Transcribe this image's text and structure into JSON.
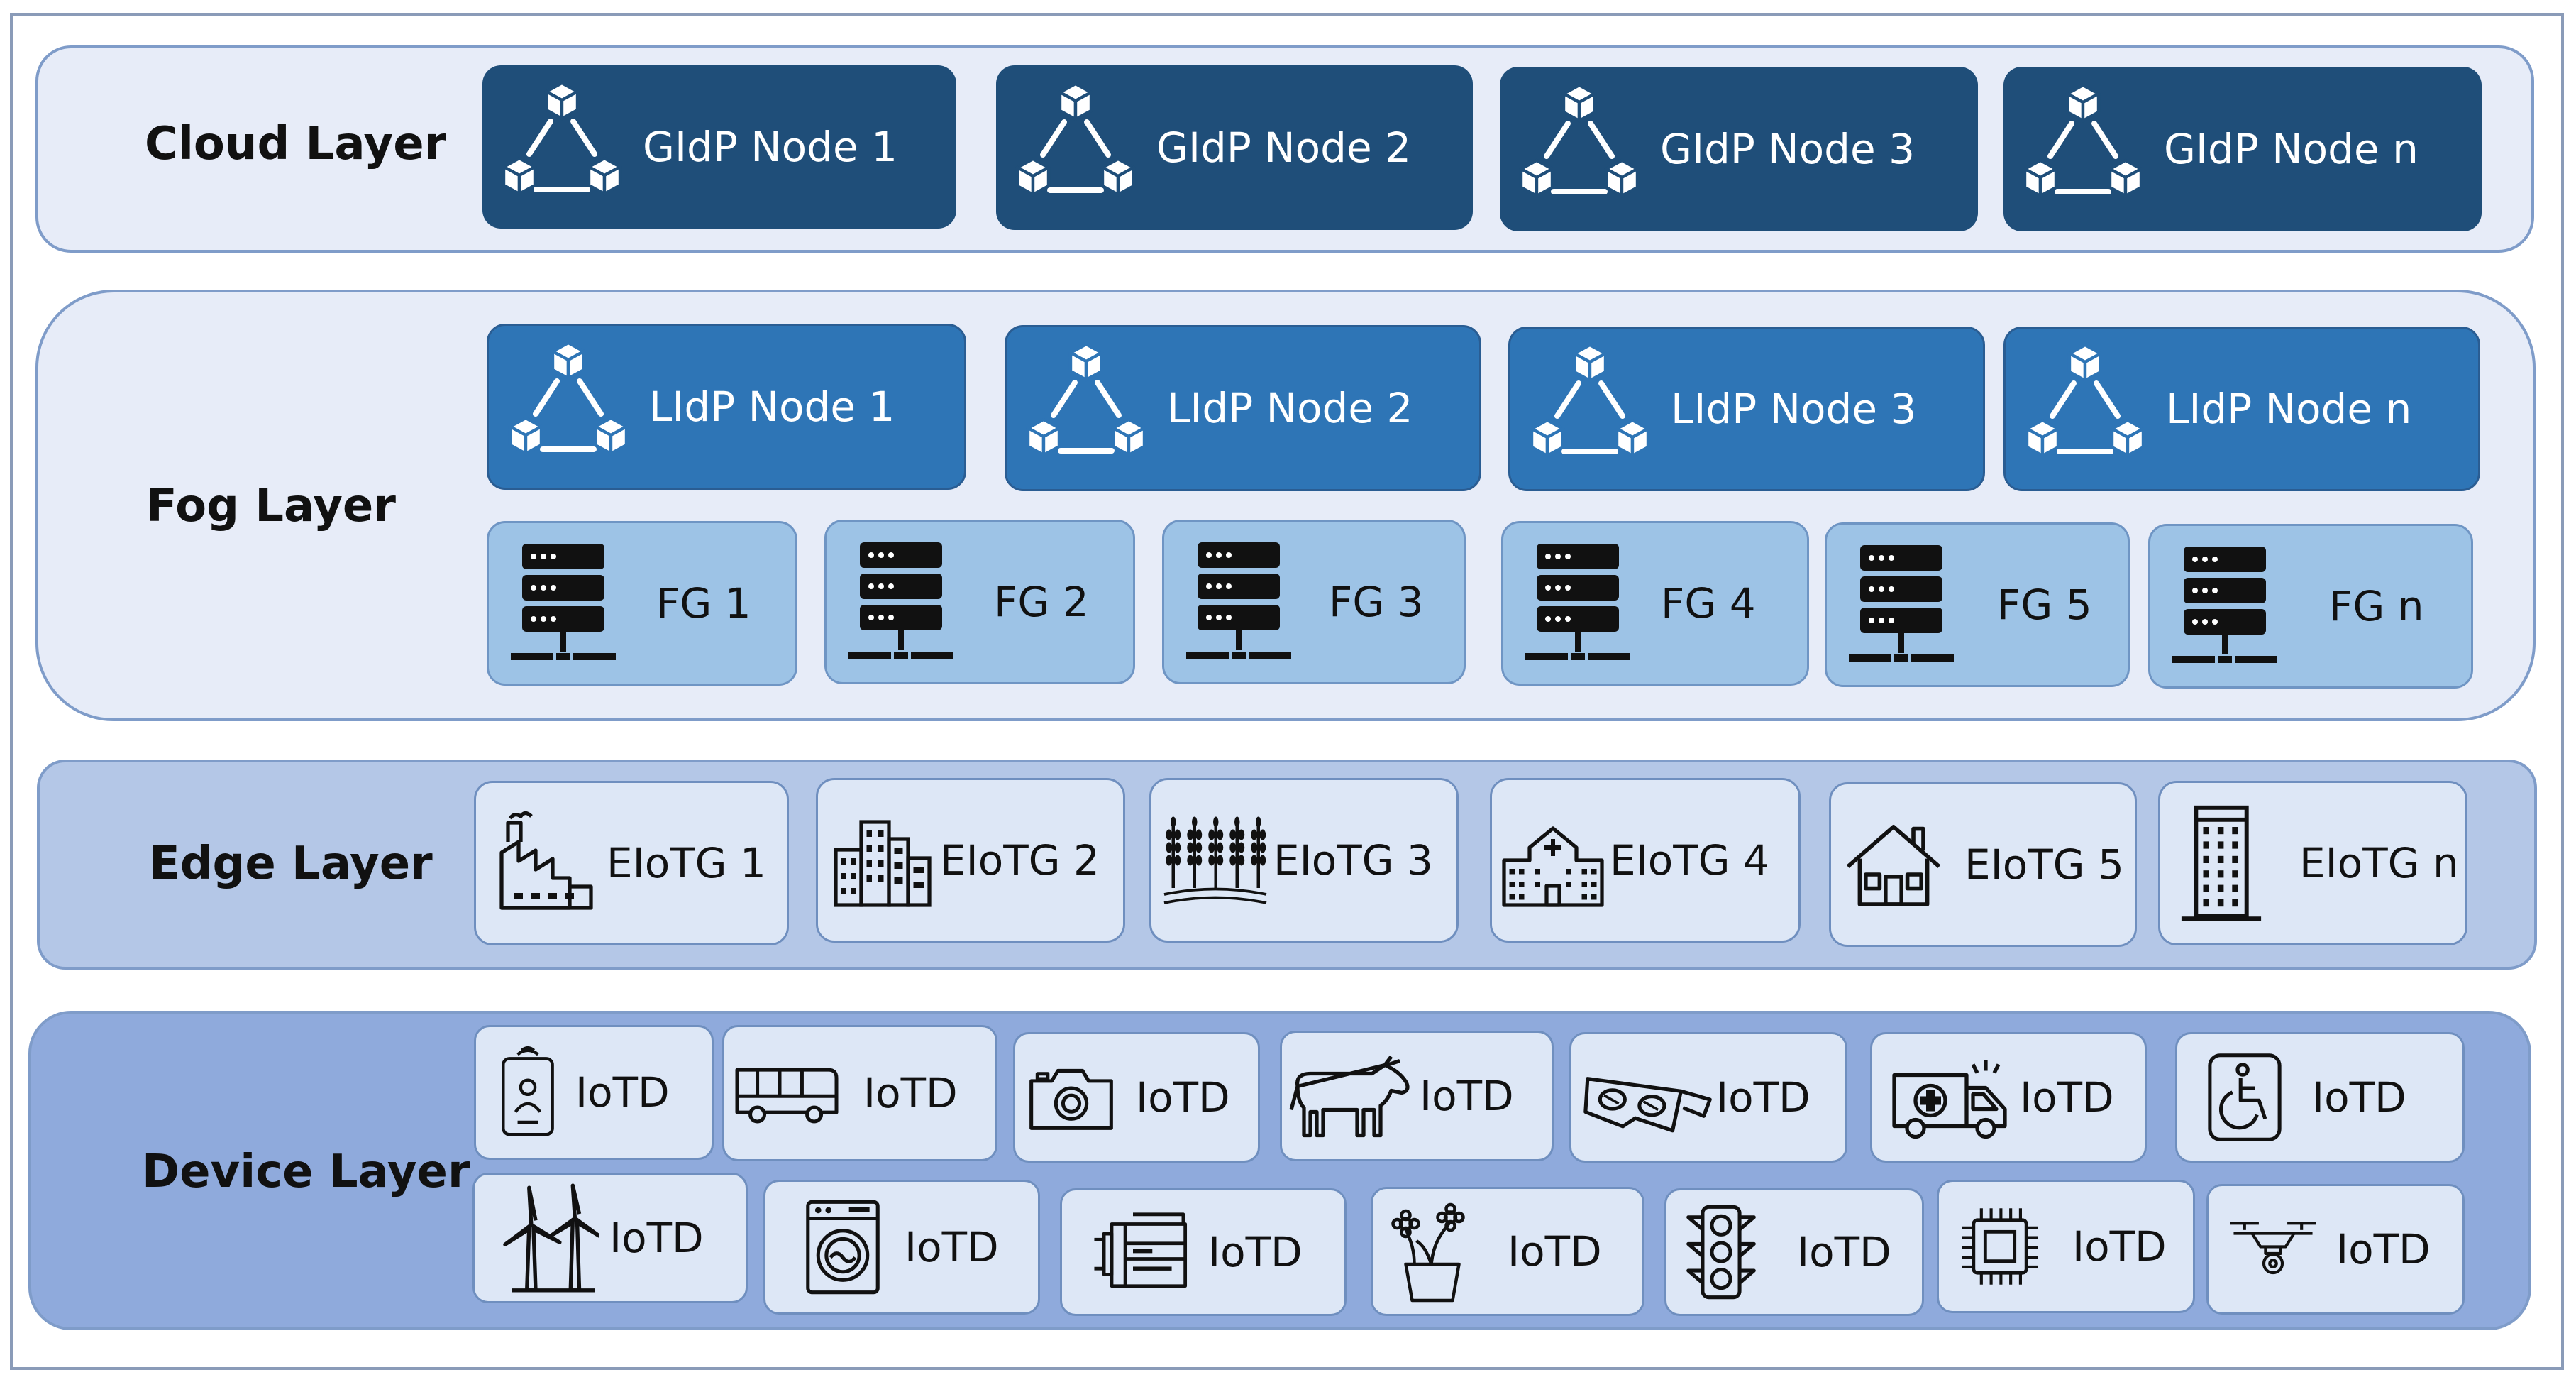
{
  "colors": {
    "cloud_bg": "#e7ecf8",
    "fog_bg": "#e7ecf8",
    "edge_bg": "#b4c7e7",
    "device_bg": "#8faadc",
    "gidp_node": "#1f4e79",
    "lidp_node": "#2e75b6",
    "fog_gateway": "#9dc3e6",
    "gateway_box": "#dde7f6"
  },
  "cloud": {
    "label": "Cloud Layer",
    "nodes": [
      {
        "label": "GIdP Node 1",
        "icon": "blockchain-cubes-icon"
      },
      {
        "label": "GIdP Node 2",
        "icon": "blockchain-cubes-icon"
      },
      {
        "label": "GIdP Node 3",
        "icon": "blockchain-cubes-icon"
      },
      {
        "label": "GIdP Node n",
        "icon": "blockchain-cubes-icon"
      }
    ]
  },
  "fog": {
    "label": "Fog Layer",
    "nodes": [
      {
        "label": "LIdP Node 1",
        "icon": "blockchain-cubes-icon"
      },
      {
        "label": "LIdP Node 2",
        "icon": "blockchain-cubes-icon"
      },
      {
        "label": "LIdP Node 3",
        "icon": "blockchain-cubes-icon"
      },
      {
        "label": "LIdP Node n",
        "icon": "blockchain-cubes-icon"
      }
    ],
    "gateways": [
      {
        "label": "FG 1",
        "icon": "server-rack-icon"
      },
      {
        "label": "FG 2",
        "icon": "server-rack-icon"
      },
      {
        "label": "FG 3",
        "icon": "server-rack-icon"
      },
      {
        "label": "FG 4",
        "icon": "server-rack-icon"
      },
      {
        "label": "FG 5",
        "icon": "server-rack-icon"
      },
      {
        "label": "FG n",
        "icon": "server-rack-icon"
      }
    ]
  },
  "edge": {
    "label": "Edge Layer",
    "gateways": [
      {
        "label": "EIoTG 1",
        "icon": "factory-icon"
      },
      {
        "label": "EIoTG 2",
        "icon": "city-buildings-icon"
      },
      {
        "label": "EIoTG 3",
        "icon": "wheat-field-icon"
      },
      {
        "label": "EIoTG 4",
        "icon": "hospital-icon"
      },
      {
        "label": "EIoTG 5",
        "icon": "house-icon"
      },
      {
        "label": "EIoTG n",
        "icon": "office-tower-icon"
      }
    ]
  },
  "device": {
    "label": "Device Layer",
    "row1": [
      {
        "label": "IoTD",
        "icon": "smartphone-user-icon"
      },
      {
        "label": "IoTD",
        "icon": "bus-icon"
      },
      {
        "label": "IoTD",
        "icon": "camera-icon"
      },
      {
        "label": "IoTD",
        "icon": "cow-icon"
      },
      {
        "label": "IoTD",
        "icon": "vr-glasses-icon"
      },
      {
        "label": "IoTD",
        "icon": "ambulance-icon"
      },
      {
        "label": "IoTD",
        "icon": "wheelchair-icon"
      }
    ],
    "row2": [
      {
        "label": "IoTD",
        "icon": "wind-turbine-icon"
      },
      {
        "label": "IoTD",
        "icon": "washing-machine-icon"
      },
      {
        "label": "IoTD",
        "icon": "printer-icon"
      },
      {
        "label": "IoTD",
        "icon": "flower-pot-icon"
      },
      {
        "label": "IoTD",
        "icon": "traffic-light-icon"
      },
      {
        "label": "IoTD",
        "icon": "microchip-icon"
      },
      {
        "label": "IoTD",
        "icon": "drone-icon"
      }
    ]
  }
}
